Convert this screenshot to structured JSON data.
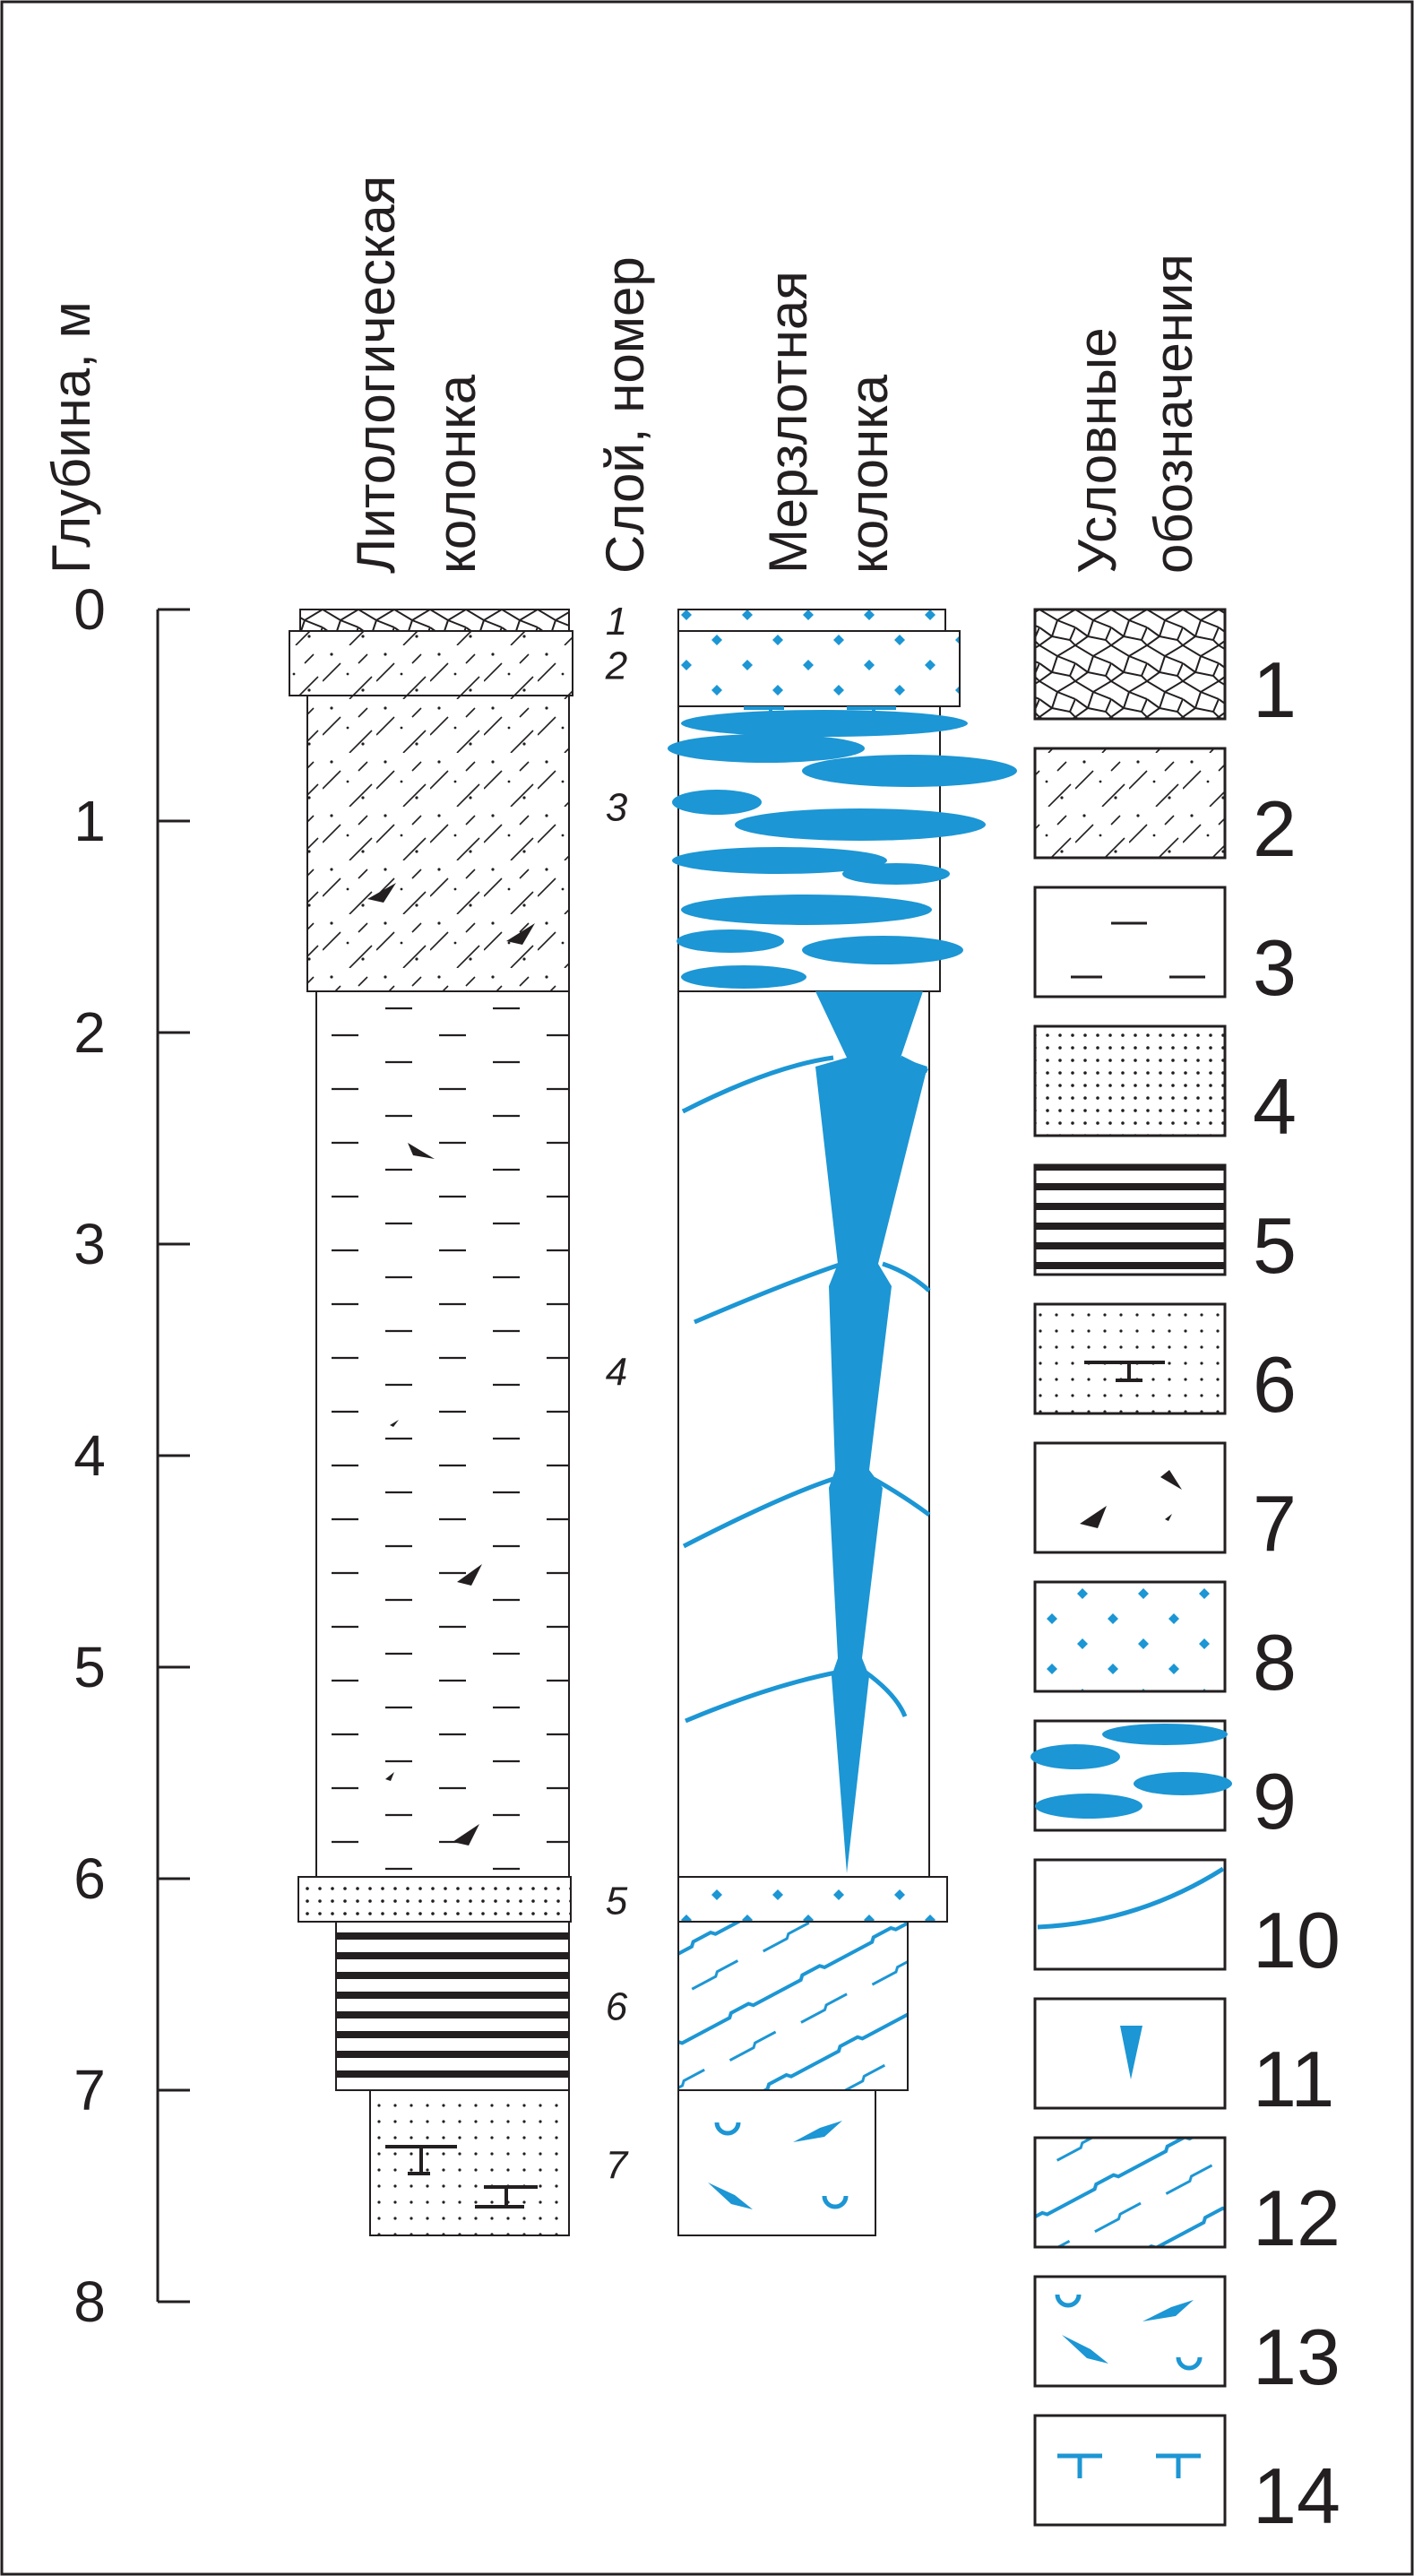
{
  "headers": {
    "depth": "Глубина, м",
    "litho_line1": "Литологическая",
    "litho_line2": "колонка",
    "layer": "Слой, номер",
    "frozen_line1": "Мерзлотная",
    "frozen_line2": "колонка",
    "legend_line1": "Условные",
    "legend_line2": "обозначения"
  },
  "depth_axis": {
    "min": 0,
    "max": 8,
    "ticks": [
      "0",
      "1",
      "2",
      "3",
      "4",
      "5",
      "6",
      "7",
      "8"
    ]
  },
  "layers": [
    {
      "number": "1",
      "top": 0.0,
      "bottom": 0.1,
      "litho": "1",
      "frozen": "8"
    },
    {
      "number": "2",
      "top": 0.1,
      "bottom": 0.42,
      "litho": "2",
      "frozen": "8"
    },
    {
      "number": "3",
      "top": 0.42,
      "bottom": 1.8,
      "litho": "2+7",
      "frozen": "9+14"
    },
    {
      "number": "4",
      "top": 1.8,
      "bottom": 6.0,
      "litho": "3+7",
      "frozen": "10+11"
    },
    {
      "number": "5",
      "top": 6.0,
      "bottom": 6.2,
      "litho": "4",
      "frozen": "8"
    },
    {
      "number": "6",
      "top": 6.2,
      "bottom": 7.0,
      "litho": "5",
      "frozen": "12"
    },
    {
      "number": "7",
      "top": 7.0,
      "bottom": 7.7,
      "litho": "6",
      "frozen": "13"
    }
  ],
  "legend": [
    "1",
    "2",
    "3",
    "4",
    "5",
    "6",
    "7",
    "8",
    "9",
    "10",
    "11",
    "12",
    "13",
    "14"
  ],
  "colors": {
    "ice": "#1c96d4",
    "line": "#231f20",
    "background": "#ffffff"
  }
}
